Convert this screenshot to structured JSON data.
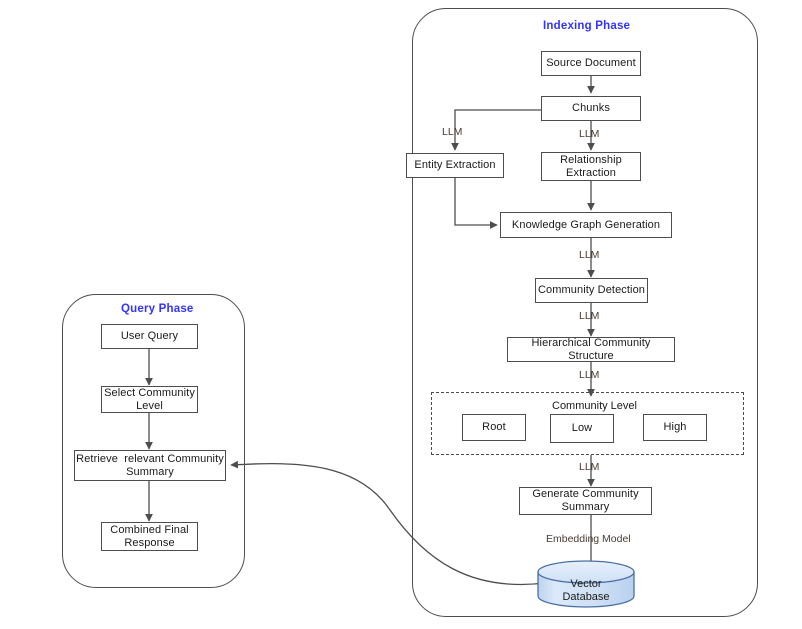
{
  "diagram": {
    "title": "GraphRAG Indexing and Query Phase Flow",
    "colors": {
      "phase_label": "#3333FF",
      "node_border": "#4D4D4D",
      "node_fill": "#FFFFFF",
      "edge": "#4D4D4D",
      "edge_label": "#4A3B33",
      "cylinder_fill": "#CFE0F5",
      "cylinder_border": "#4A6FA5",
      "dashed_group_border": "#4D4D4D"
    }
  },
  "indexing_phase": {
    "label": "Indexing Phase",
    "nodes": [
      {
        "id": "source-document",
        "label": "Source Document"
      },
      {
        "id": "chunks",
        "label": "Chunks"
      },
      {
        "id": "entity-extraction",
        "label": "Entity Extraction"
      },
      {
        "id": "relationship-extraction",
        "label": "Relationship\nExtraction"
      },
      {
        "id": "knowledge-graph-generation",
        "label": "Knowledge Graph Generation"
      },
      {
        "id": "community-detection",
        "label": "Community Detection"
      },
      {
        "id": "hierarchical-community-structure",
        "label": "Hierarchical Community Structure"
      },
      {
        "id": "generate-community-summary",
        "label": "Generate Community\nSummary"
      },
      {
        "id": "vector-database",
        "label": "Vector\nDatabase"
      }
    ],
    "community_level_group": {
      "label": "Community Level",
      "levels": [
        {
          "id": "root",
          "label": "Root"
        },
        {
          "id": "low",
          "label": "Low"
        },
        {
          "id": "high",
          "label": "High"
        }
      ]
    },
    "edge_labels": {
      "chunks_to_entity": "LLM",
      "chunks_to_relationship": "LLM",
      "kg_to_community_detection": "LLM",
      "community_detection_to_hierarchical": "LLM",
      "hierarchical_to_community_level": "LLM",
      "community_level_to_summary": "LLM",
      "summary_to_vector_db": "Embedding Model"
    }
  },
  "query_phase": {
    "label": "Query Phase",
    "nodes": [
      {
        "id": "user-query",
        "label": "User Query"
      },
      {
        "id": "select-community-level",
        "label": "Select Community\nLevel"
      },
      {
        "id": "retrieve-relevant-community-summary",
        "label": "Retrieve  relevant Community\nSummary"
      },
      {
        "id": "combined-final-response",
        "label": "Combined Final\nResponse"
      }
    ]
  }
}
